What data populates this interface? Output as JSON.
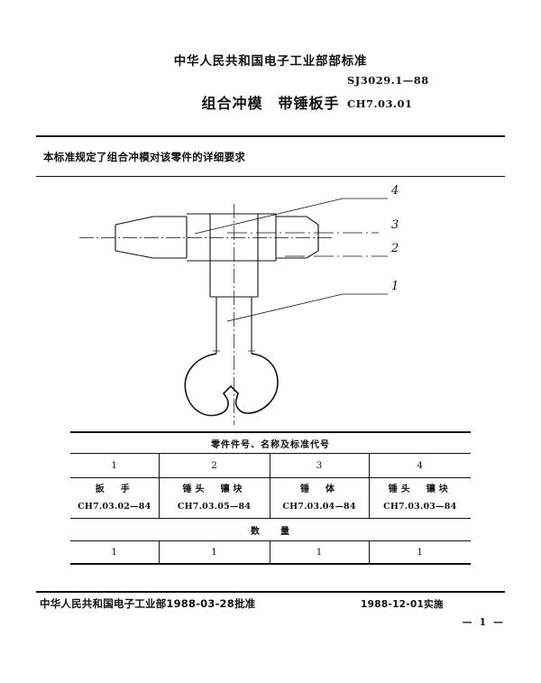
{
  "header": {
    "ministry_title": "中华人民共和国电子工业部部标准",
    "doc_title": "组合冲模　带锤板手",
    "standard_number": "SJ3029.1—88",
    "classification_code": "CH7.03.01"
  },
  "scope": {
    "text": "本标准规定了组合冲模对该零件的详细要求"
  },
  "drawing": {
    "callouts": [
      {
        "label": "4"
      },
      {
        "label": "3"
      },
      {
        "label": "2"
      },
      {
        "label": "1"
      }
    ]
  },
  "parts_table": {
    "caption": "零件件号、名称及标准代号",
    "quantity_caption": "数　　量",
    "item_numbers": [
      "1",
      "2",
      "3",
      "4"
    ],
    "parts": [
      {
        "number": "1",
        "name": "扳　手",
        "code": "CH7.03.02—84",
        "quantity": "1"
      },
      {
        "number": "2",
        "name": "锤头　镶块",
        "code": "CH7.03.05—84",
        "quantity": "1"
      },
      {
        "number": "3",
        "name": "锤　体",
        "code": "CH7.03.04—84",
        "quantity": "1"
      },
      {
        "number": "4",
        "name": "锤头　镶块",
        "code": "CH7.03.03—84",
        "quantity": "1"
      }
    ]
  },
  "footer": {
    "approval": "中华人民共和国电子工业部1988-03-28批准",
    "implementation": "1988-12-01实施",
    "page_number": "— 1 —"
  }
}
